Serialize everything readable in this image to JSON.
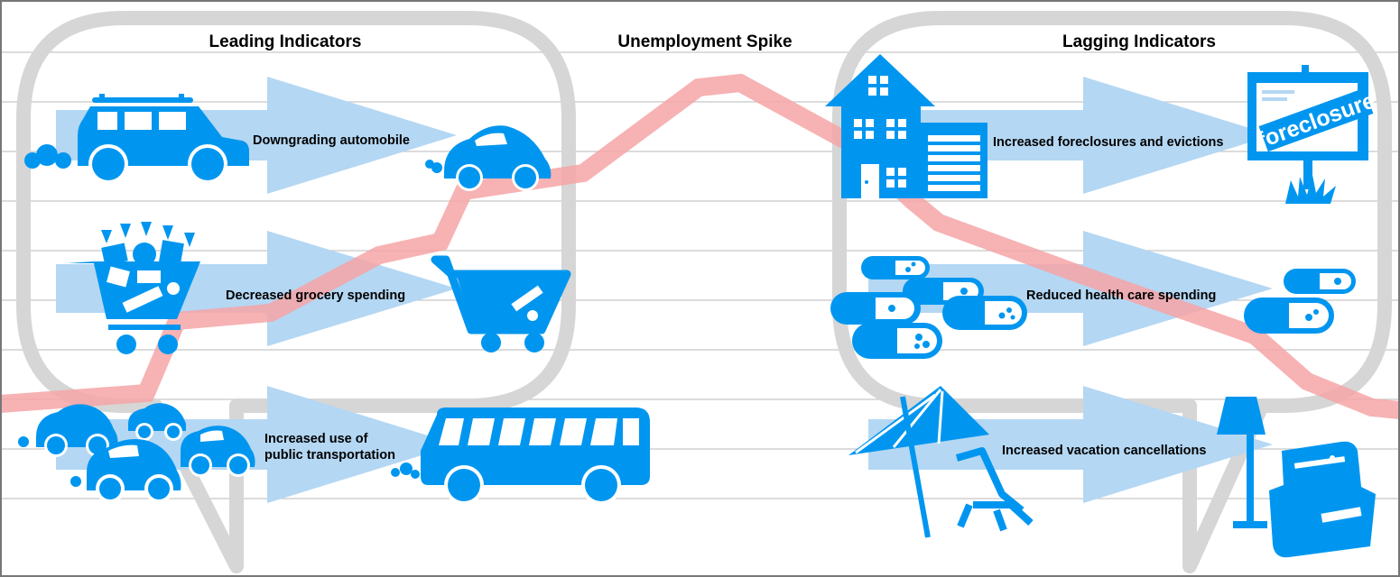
{
  "title": "Unemployment Spike",
  "headers": {
    "leading": "Leading Indicators",
    "lagging": "Lagging Indicators"
  },
  "indicators": {
    "automobile": "Downgrading automobile",
    "grocery": "Decreased grocery spending",
    "transport_line1": "Increased use of",
    "transport_line2": "public transportation",
    "foreclosures": "Increased foreclosures and evictions",
    "healthcare": "Reduced health care spending",
    "vacation": "Increased vacation cancellations"
  },
  "sign_text": "foreclosure",
  "colors": {
    "icon_blue": "#0096f0",
    "arrow_blue": "#b4d7f3",
    "trend_red": "#f6a4a6",
    "bubble_gray": "#d6d6d6",
    "grid_gray": "#c8c8c8",
    "frame_gray": "#777777"
  },
  "icons": [
    "suv-icon",
    "small-car-icon",
    "exhaust-puff-icon",
    "full-shopping-cart-icon",
    "empty-shopping-cart-icon",
    "cars-cluster-icon",
    "bus-icon",
    "house-icon",
    "foreclosure-sign-icon",
    "pills-cluster-icon",
    "pill-pair-icon",
    "beach-umbrella-icon",
    "beach-chair-icon",
    "floor-lamp-icon",
    "armchair-icon"
  ]
}
